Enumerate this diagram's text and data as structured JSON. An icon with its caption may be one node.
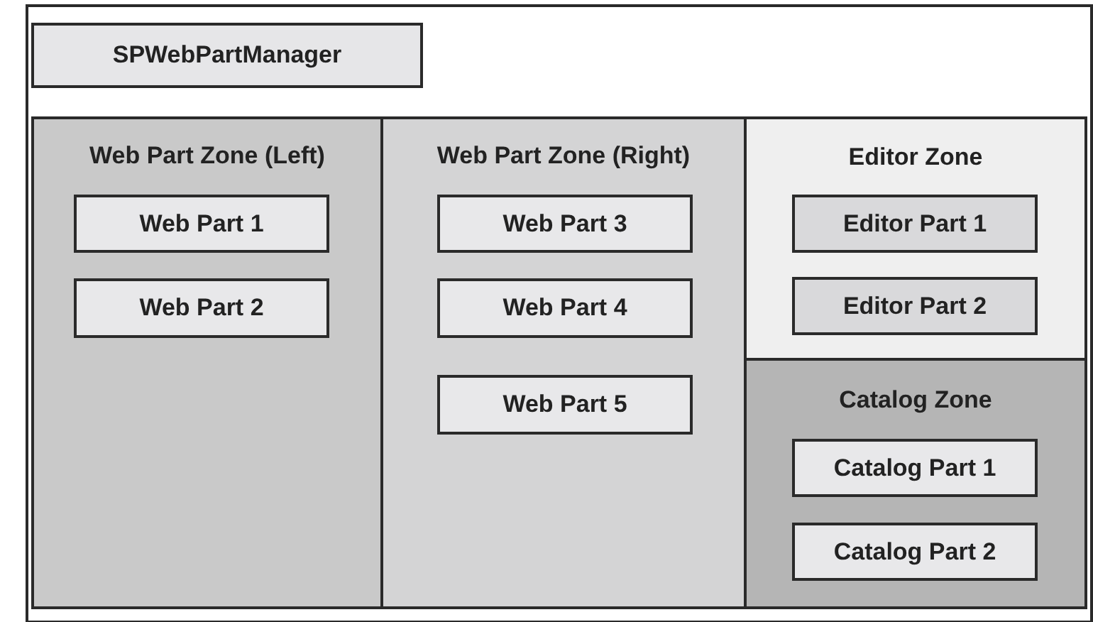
{
  "diagram": {
    "nodes": [
      {
        "text": [],
        "shape": "box"
      },
      {
        "text": [
          "SPWebPartManager"
        ],
        "in": 0
      },
      {
        "text": [
          "Web Part Zone (Left)"
        ],
        "in": 0
      },
      {
        "text": [
          "Web Part 1"
        ],
        "in": 2
      },
      {
        "text": [
          "Web Part 2"
        ],
        "in": 2
      },
      {
        "text": [
          "Web Part Zone (Right)"
        ],
        "in": 0
      },
      {
        "text": [
          "Web Part 3"
        ],
        "in": 5
      },
      {
        "text": [
          "Web Part 4"
        ],
        "in": 5
      },
      {
        "text": [
          "Web Part 5"
        ],
        "in": 5
      },
      {
        "text": [
          "Editor Zone"
        ],
        "in": 0
      },
      {
        "text": [
          "Editor Part 1"
        ],
        "in": 9
      },
      {
        "text": [
          "Editor Part 2"
        ],
        "in": 9
      },
      {
        "text": [
          "Catalog Zone"
        ],
        "in": 0
      },
      {
        "text": [
          "Catalog Part 1"
        ],
        "in": 12
      },
      {
        "text": [
          "Catalog Part 2"
        ],
        "in": 12
      }
    ]
  }
}
